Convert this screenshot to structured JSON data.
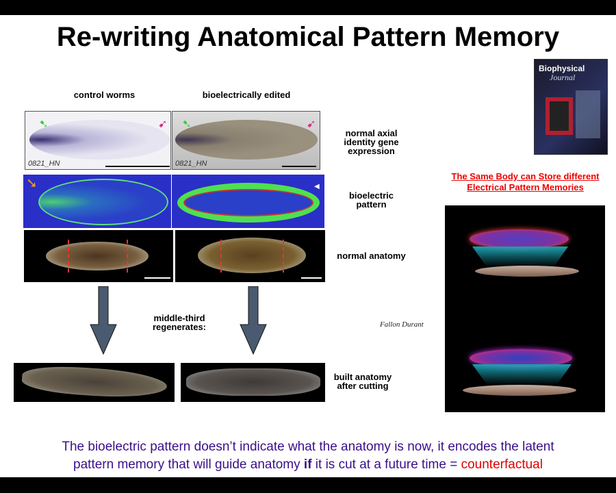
{
  "title": "Re-writing Anatomical Pattern Memory",
  "columns": {
    "control": "control worms",
    "edited": "bioelectrically edited"
  },
  "row_labels": {
    "gene": "normal axial identity gene expression",
    "bioelectric": "bioelectric pattern",
    "anatomy": "normal anatomy",
    "built": "built anatomy after cutting"
  },
  "image_caption": "0821_HN",
  "middle_label": "middle-third regenerates:",
  "journal": {
    "name": "Biophysical",
    "sub": "Journal"
  },
  "side_heading": "The Same Body can Store different Electrical Pattern Memories",
  "credit": "Fallon Durant",
  "bottom": {
    "line1": "The bioelectric pattern doesn’t indicate what the anatomy is now, it encodes the latent",
    "line2_a": "pattern memory that will guide anatomy ",
    "line2_b": "if",
    "line2_c": " it is cut at a future time = ",
    "line2_d": "counterfactual"
  },
  "colors": {
    "bottom_text": "#3a0f8a",
    "accent_red": "#e00000"
  }
}
